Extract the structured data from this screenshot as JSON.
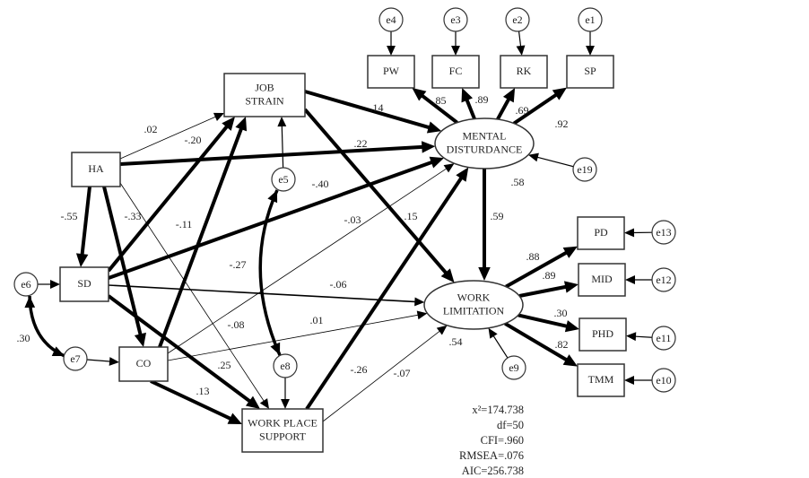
{
  "diagram": {
    "type": "structural-equation-model",
    "nodes": [
      {
        "id": "PW",
        "label": [
          "PW"
        ],
        "shape": "rect"
      },
      {
        "id": "FC",
        "label": [
          "FC"
        ],
        "shape": "rect"
      },
      {
        "id": "RK",
        "label": [
          "RK"
        ],
        "shape": "rect"
      },
      {
        "id": "SP",
        "label": [
          "SP"
        ],
        "shape": "rect"
      },
      {
        "id": "JS",
        "label": [
          "JOB",
          "STRAIN"
        ],
        "shape": "rect"
      },
      {
        "id": "HA",
        "label": [
          "HA"
        ],
        "shape": "rect"
      },
      {
        "id": "SD",
        "label": [
          "SD"
        ],
        "shape": "rect"
      },
      {
        "id": "CO",
        "label": [
          "CO"
        ],
        "shape": "rect"
      },
      {
        "id": "WPS",
        "label": [
          "WORK PLACE",
          "SUPPORT"
        ],
        "shape": "rect"
      },
      {
        "id": "MD",
        "label": [
          "MENTAL",
          "DISTURDANCE"
        ],
        "shape": "ellipse"
      },
      {
        "id": "WL",
        "label": [
          "WORK",
          "LIMITATION"
        ],
        "shape": "ellipse"
      },
      {
        "id": "PD",
        "label": [
          "PD"
        ],
        "shape": "rect"
      },
      {
        "id": "MID",
        "label": [
          "MID"
        ],
        "shape": "rect"
      },
      {
        "id": "PHD",
        "label": [
          "PHD"
        ],
        "shape": "rect"
      },
      {
        "id": "TMM",
        "label": [
          "TMM"
        ],
        "shape": "rect"
      }
    ],
    "errors": [
      {
        "id": "e1",
        "label": "e1",
        "target": "SP"
      },
      {
        "id": "e2",
        "label": "e2",
        "target": "RK"
      },
      {
        "id": "e3",
        "label": "e3",
        "target": "FC"
      },
      {
        "id": "e4",
        "label": "e4",
        "target": "PW"
      },
      {
        "id": "e5",
        "label": "e5",
        "target": "JS"
      },
      {
        "id": "e6",
        "label": "e6",
        "target": "SD"
      },
      {
        "id": "e7",
        "label": "e7",
        "target": "CO"
      },
      {
        "id": "e8",
        "label": "e8",
        "target": "WPS"
      },
      {
        "id": "e9",
        "label": "e9",
        "target": "WL"
      },
      {
        "id": "e10",
        "label": "e10",
        "target": "TMM"
      },
      {
        "id": "e11",
        "label": "e11",
        "target": "PHD"
      },
      {
        "id": "e12",
        "label": "e12",
        "target": "MID"
      },
      {
        "id": "e13",
        "label": "e13",
        "target": "PD"
      },
      {
        "id": "e19",
        "label": "e19",
        "target": "MD"
      }
    ],
    "paths": [
      {
        "from": "MD",
        "to": "PW",
        "coef": ".85",
        "weight": "thick"
      },
      {
        "from": "MD",
        "to": "FC",
        "coef": ".89",
        "weight": "thick"
      },
      {
        "from": "MD",
        "to": "RK",
        "coef": ".69",
        "weight": "thick"
      },
      {
        "from": "MD",
        "to": "SP",
        "coef": ".92",
        "weight": "thick"
      },
      {
        "from": "JS",
        "to": "MD",
        "coef": ".14",
        "weight": "thick"
      },
      {
        "from": "JS",
        "to": "WL",
        "coef": ".15",
        "weight": "thick"
      },
      {
        "from": "HA",
        "to": "JS",
        "coef": ".02",
        "weight": "thin"
      },
      {
        "from": "HA",
        "to": "MD",
        "coef": ".22",
        "weight": "thick"
      },
      {
        "from": "HA",
        "to": "SD",
        "coef": "-.55",
        "weight": "thick"
      },
      {
        "from": "HA",
        "to": "CO",
        "coef": "-.33",
        "weight": "thick"
      },
      {
        "from": "HA",
        "to": "WPS",
        "coef": "-.08",
        "weight": "thin"
      },
      {
        "from": "SD",
        "to": "JS",
        "coef": "-.20",
        "weight": "thick"
      },
      {
        "from": "SD",
        "to": "MD",
        "coef": "-.40",
        "weight": "thick"
      },
      {
        "from": "SD",
        "to": "WL",
        "coef": "-.06",
        "weight": "medium"
      },
      {
        "from": "SD",
        "to": "WPS",
        "coef": ".25",
        "weight": "thick"
      },
      {
        "from": "CO",
        "to": "JS",
        "coef": "-.11",
        "weight": "thick"
      },
      {
        "from": "CO",
        "to": "MD",
        "coef": "-.03",
        "weight": "thin"
      },
      {
        "from": "CO",
        "to": "WL",
        "coef": ".01",
        "weight": "thin"
      },
      {
        "from": "CO",
        "to": "WPS",
        "coef": ".13",
        "weight": "thick"
      },
      {
        "from": "WPS",
        "to": "MD",
        "coef": "-.26",
        "weight": "thick"
      },
      {
        "from": "WPS",
        "to": "WL",
        "coef": "-.07",
        "weight": "thin"
      },
      {
        "from": "MD",
        "to": "WL",
        "coef": ".59",
        "weight": "thick"
      },
      {
        "from": "WL",
        "to": "PD",
        "coef": ".88",
        "weight": "thick"
      },
      {
        "from": "WL",
        "to": "MID",
        "coef": ".89",
        "weight": "thick"
      },
      {
        "from": "WL",
        "to": "PHD",
        "coef": ".30",
        "weight": "thick"
      },
      {
        "from": "WL",
        "to": "TMM",
        "coef": ".82",
        "weight": "thick"
      }
    ],
    "covariances": [
      {
        "between": [
          "e5",
          "e8"
        ],
        "coef": "-.27"
      },
      {
        "between": [
          "e6",
          "e7"
        ],
        "coef": ".30"
      }
    ],
    "r_squared": [
      {
        "node": "MD",
        "value": ".58"
      },
      {
        "node": "WL",
        "value": ".54"
      }
    ],
    "fit_stats": [
      "x²=174.738",
      "df=50",
      "CFI=.960",
      "RMSEA=.076",
      "AIC=256.738"
    ]
  }
}
